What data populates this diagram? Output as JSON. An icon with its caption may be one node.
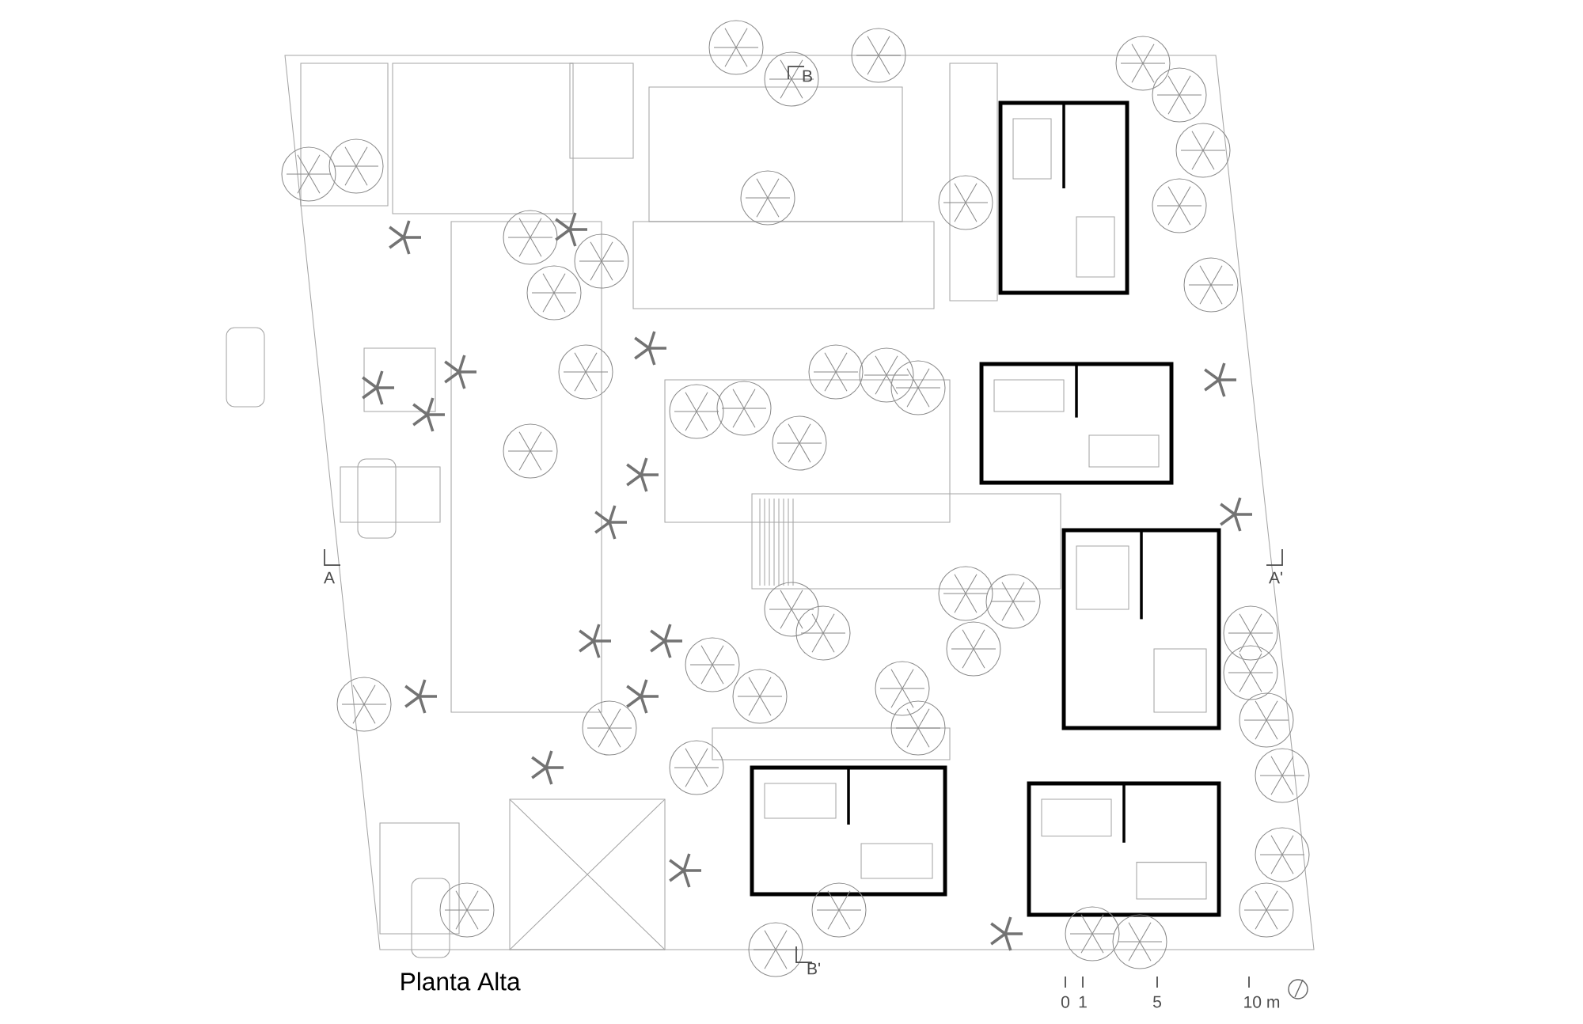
{
  "diagram": {
    "title": "Planta Alta",
    "labels": [
      "B",
      "A",
      "A'",
      "B'",
      "0",
      "1",
      "5",
      "10 m"
    ]
  }
}
